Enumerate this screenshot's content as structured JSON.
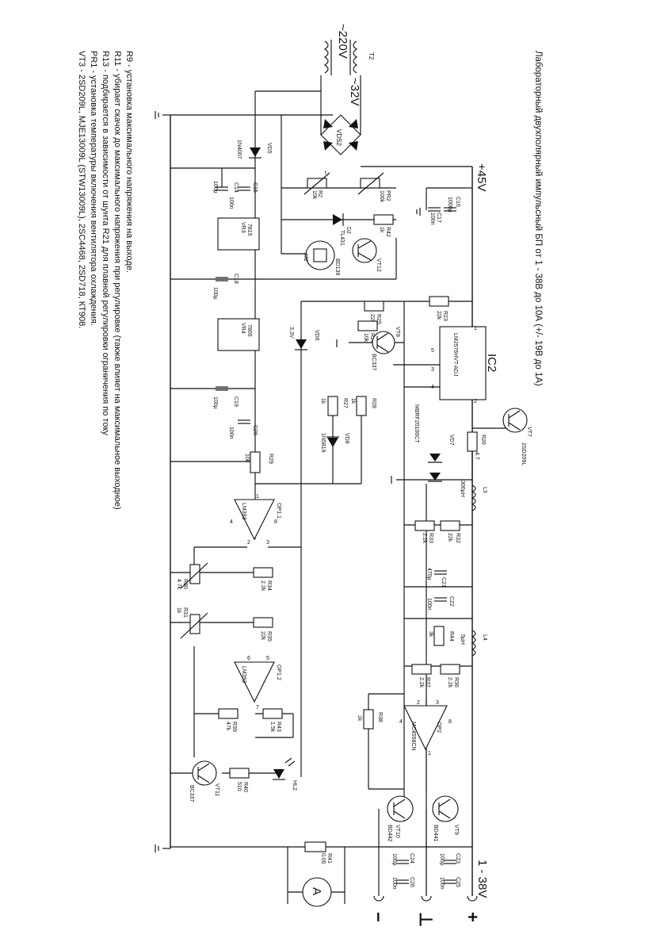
{
  "title": "Лабораторный двухполярный импульсный БП от 1 - 38В до 10А (+/- 19В до 1А)",
  "notes": [
    "R9 - установка максимального напряжения на выходе.",
    "R11 - убирает скачок до максимального напряжения при регулировке (также влияет на максимальное выходное)",
    "R13 - подбирается в зависимости от шунта R21 для плавной регулировки ограничения по току",
    "PR1 - установка температуры включения вентилятора охлаждения.",
    "VT3 - 2SD209L, MJE13009L (STW13009L), 2SC4468, 2SD718, КТ908."
  ],
  "net_labels": {
    "mains": "~220V",
    "secondary": "~32V",
    "rail_plus": "+45V",
    "output_range": "1 - 38V"
  },
  "terminals": {
    "plus": "+",
    "minus": "−",
    "mid": "⊥"
  },
  "components": {
    "t2": "T2",
    "vds2": "VDS2",
    "vd5": {
      "ref": "VD5",
      "value": "1N4007"
    },
    "c14": {
      "ref": "C14",
      "value": "100µ"
    },
    "c15": {
      "ref": "C15",
      "value": "100n"
    },
    "vr3": {
      "ref": "VR3",
      "value": "7815"
    },
    "c18": {
      "ref": "C18",
      "value": "100µ"
    },
    "vr4": {
      "ref": "VR4",
      "value": "7805"
    },
    "vd6": {
      "ref": "VD6",
      "value": "3.3V"
    },
    "c19": {
      "ref": "C19",
      "value": "100µ"
    },
    "c20": {
      "ref": "C20",
      "value": "100n"
    },
    "r29": {
      "ref": "R29",
      "value": "10k"
    },
    "r2": {
      "ref": "R2",
      "value": "10k"
    },
    "pr2": {
      "ref": "PR2",
      "value": "100k"
    },
    "r42": {
      "ref": "R42",
      "value": "1k"
    },
    "d2": {
      "ref": "D2",
      "value": "TL431"
    },
    "vt12": {
      "ref": "VT12",
      "value": "BD139"
    },
    "m2": "M2",
    "c16": {
      "ref": "C16",
      "value": "1000µ"
    },
    "c17": {
      "ref": "C17",
      "value": "100n"
    },
    "r23": {
      "ref": "R23",
      "value": "22k"
    },
    "r25": {
      "ref": "R25",
      "value": "22k"
    },
    "r24": {
      "ref": "R24",
      "value": "10k"
    },
    "vt8": {
      "ref": "VT8",
      "value": "BC337"
    },
    "ic2": {
      "ref": "IC2",
      "value": "LM2576HVT-ADJ"
    },
    "vt7": {
      "ref": "VT7",
      "value": "2SD209L"
    },
    "r26": {
      "ref": "R26",
      "value": "4.7"
    },
    "vd7": {
      "ref": "VD7",
      "value": "MBRF20100CT"
    },
    "r28": {
      "ref": "R28",
      "value": "1k"
    },
    "r27": {
      "ref": "R27",
      "value": "1k"
    },
    "vd8": {
      "ref": "VD8",
      "value": "1N5819"
    },
    "l3": {
      "ref": "L3",
      "value": "300µH"
    },
    "op11": {
      "ref": "OP1.1",
      "value": "LM393"
    },
    "op12": {
      "ref": "OP1.2",
      "value": "LM393"
    },
    "r32": {
      "ref": "R32",
      "value": "22k"
    },
    "r33": {
      "ref": "R33",
      "value": "2.2k"
    },
    "c21": {
      "ref": "C21",
      "value": "470µ"
    },
    "c22": {
      "ref": "C22",
      "value": "100n"
    },
    "r44": {
      "ref": "R44",
      "value": "3k"
    },
    "l4": {
      "ref": "L4",
      "value": "5µH"
    },
    "r30": {
      "ref": "R30",
      "value": "4.7k"
    },
    "r34": {
      "ref": "R34",
      "value": "2.2k"
    },
    "r31": {
      "ref": "R31",
      "value": "1k"
    },
    "r35": {
      "ref": "R35",
      "value": "22k"
    },
    "r36": {
      "ref": "R36",
      "value": "2.2k"
    },
    "r37": {
      "ref": "R37",
      "value": "2.2k"
    },
    "r38": {
      "ref": "R38",
      "value": "1k"
    },
    "op2": {
      "ref": "OP2",
      "value": "MC4558CN"
    },
    "r39": {
      "ref": "R39",
      "value": "47k"
    },
    "r43": {
      "ref": "R43",
      "value": "1.5k"
    },
    "hl2": "HL2",
    "r40": {
      "ref": "R40",
      "value": "510"
    },
    "vt11": {
      "ref": "VT11",
      "value": "BC337"
    },
    "vt9": {
      "ref": "VT9",
      "value": "BD441"
    },
    "vt10": {
      "ref": "VT10",
      "value": "BD442"
    },
    "c23": {
      "ref": "C23",
      "value": "100µ"
    },
    "c25": {
      "ref": "C25",
      "value": "100n"
    },
    "c24": {
      "ref": "C24",
      "value": "100µ"
    },
    "c26": {
      "ref": "C26",
      "value": "100n"
    },
    "r41": {
      "ref": "R41",
      "value": "0.05"
    }
  },
  "pin_labels": {
    "ic2_1": "1",
    "ic2_2": "2",
    "ic2_3": "3",
    "ic2_4": "4",
    "ic2_5": "5",
    "op11_2": "2",
    "op11_3": "3",
    "op11_1": "1",
    "op11_4": "4",
    "op11_8": "8",
    "op12_5": "5",
    "op12_6": "6",
    "op12_7": "7",
    "op2_1": "1",
    "op2_2": "2",
    "op2_3": "3",
    "op2_4": "4",
    "op2_8": "8"
  },
  "symbols": {
    "ammeter": "A",
    "therm": "t"
  }
}
